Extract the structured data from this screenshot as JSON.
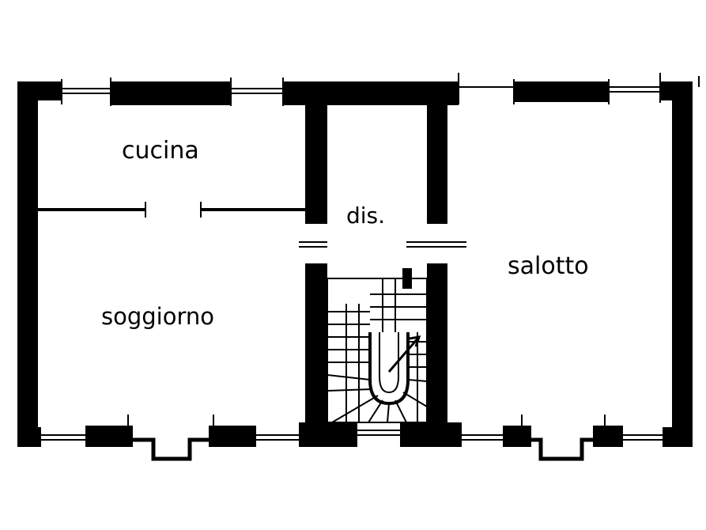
{
  "plan": {
    "rooms": [
      {
        "id": "cucina",
        "label": "cucina"
      },
      {
        "id": "dis",
        "label": "dis."
      },
      {
        "id": "soggiorno",
        "label": "soggiorno"
      },
      {
        "id": "salotto",
        "label": "salotto"
      }
    ],
    "colors": {
      "wall": "#000000",
      "background": "#ffffff"
    }
  }
}
